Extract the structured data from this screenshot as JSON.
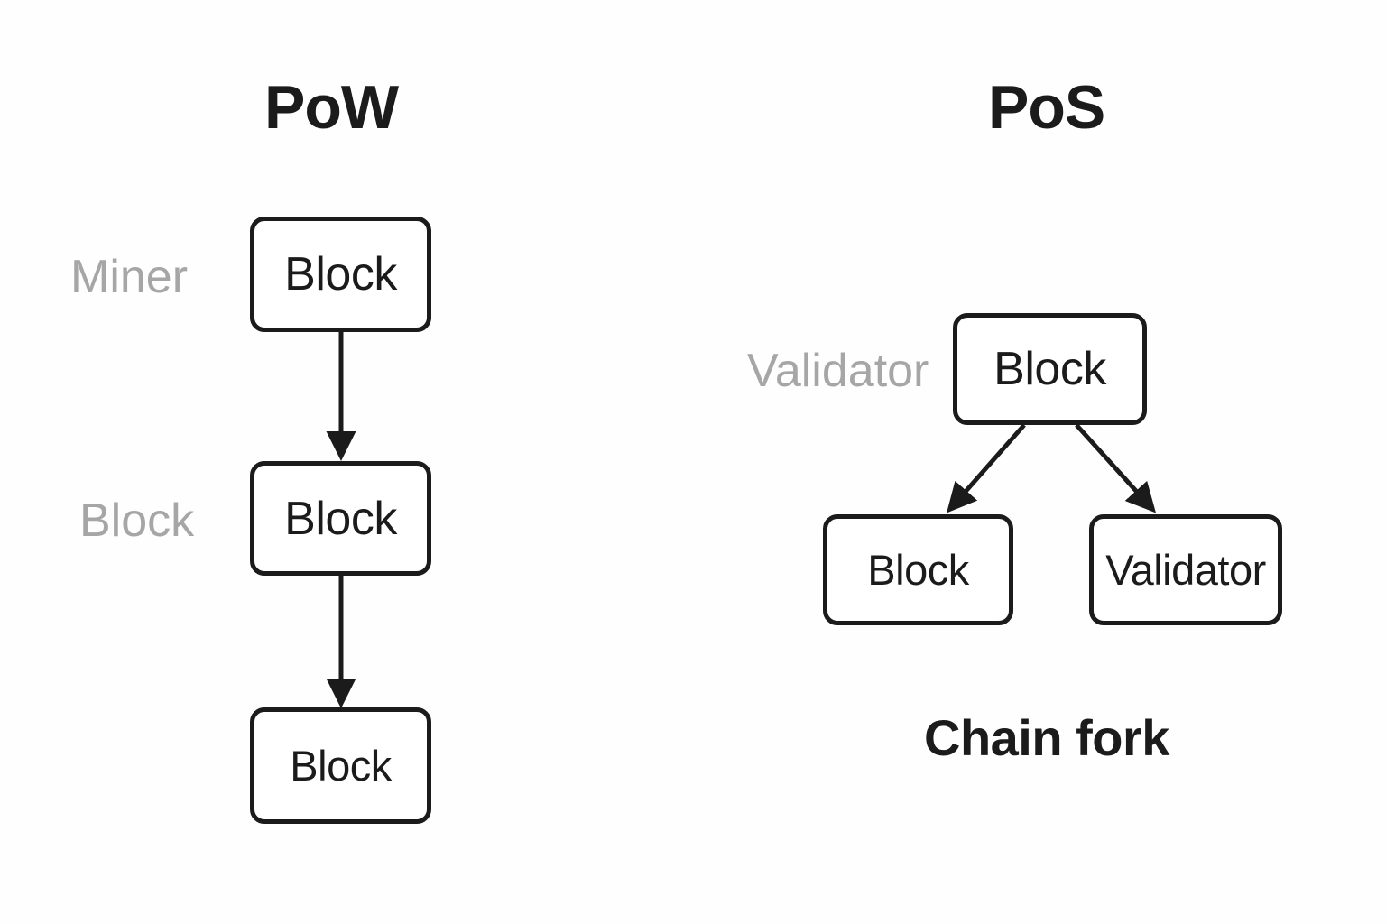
{
  "figure": {
    "background_color": "#fefefe",
    "stroke_color": "#1b1b1b",
    "muted_label_color": "#a6a6a6"
  },
  "columns": [
    {
      "id": "pow",
      "title": "PoW",
      "side_labels": [
        {
          "name": "miner",
          "text": "Miner"
        },
        {
          "name": "block",
          "text": "Block"
        }
      ],
      "nodes": [
        {
          "id": "pow-block-1",
          "label": "Block"
        },
        {
          "id": "pow-block-2",
          "label": "Block"
        },
        {
          "id": "pow-block-3",
          "label": "Block"
        }
      ],
      "edges": [
        {
          "from": "pow-block-1",
          "to": "pow-block-2",
          "style": "straight-down-arrow"
        },
        {
          "from": "pow-block-2",
          "to": "pow-block-3",
          "style": "straight-down-arrow"
        }
      ]
    },
    {
      "id": "pos",
      "title": "PoS",
      "side_labels": [
        {
          "name": "validator",
          "text": "Validator"
        }
      ],
      "nodes": [
        {
          "id": "pos-block-top",
          "label": "Block"
        },
        {
          "id": "pos-block-left",
          "label": "Block"
        },
        {
          "id": "pos-block-right",
          "label": "Validator"
        }
      ],
      "edges": [
        {
          "from": "pos-block-top",
          "to": "pos-block-left",
          "style": "diagonal-arrow"
        },
        {
          "from": "pos-block-top",
          "to": "pos-block-right",
          "style": "diagonal-arrow"
        }
      ],
      "caption": "Chain fork"
    }
  ]
}
